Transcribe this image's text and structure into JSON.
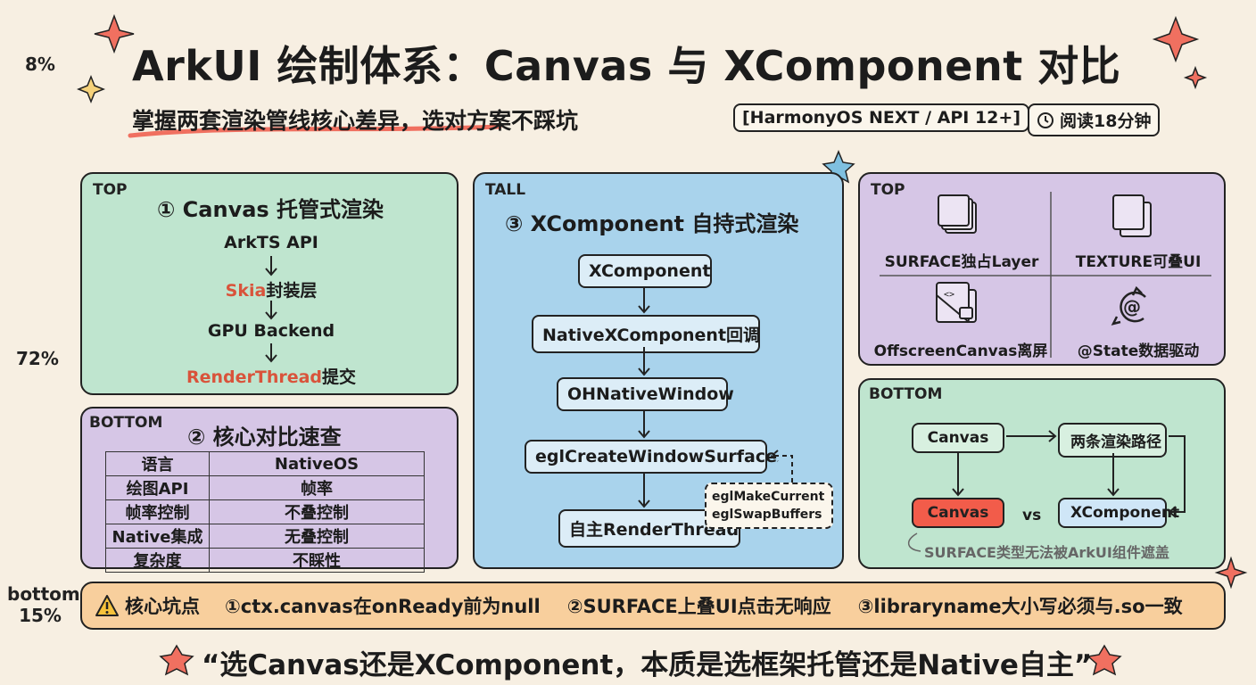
{
  "side_labels": {
    "top": "8%",
    "middle": "72%",
    "bottom_word": "bottom",
    "bottom_pct": "15%"
  },
  "header": {
    "title": "ArkUI 绘制体系：Canvas 与 XComponent 对比",
    "subtitle": "掌握两套渲染管线核心差异，选对方案不踩坑",
    "tag_platform": "[HarmonyOS NEXT / API 12+]",
    "tag_read": "阅读18分钟"
  },
  "panel_canvas": {
    "corner": "TOP",
    "title": "① Canvas 托管式渲染",
    "step1": "ArkTS API",
    "step2_red": "Skia",
    "step2_rest": "封装层",
    "step3": "GPU Backend",
    "step4_red": "RenderThread",
    "step4_rest": "提交"
  },
  "panel_compare": {
    "corner": "BOTTOM",
    "title": "② 核心对比速查",
    "rows": [
      [
        "语言",
        "NativeOS"
      ],
      [
        "绘图API",
        "帧率"
      ],
      [
        "帧率控制",
        "不叠控制"
      ],
      [
        "Native集成",
        "无叠控制"
      ],
      [
        "复杂度",
        "不睬性"
      ]
    ]
  },
  "panel_xcomp": {
    "corner": "TALL",
    "title": "③ XComponent 自持式渲染",
    "n1": "XComponent",
    "n2": "NativeXComponent回调",
    "n3": "OHNativeWindow",
    "n4": "eglCreateWindowSurface",
    "n5": "自主RenderThread",
    "note_line1": "eglMakeCurrent",
    "note_line2": "eglSwapBuffers"
  },
  "panel_types": {
    "corner": "TOP",
    "f1": "SURFACE独占Layer",
    "f2": "TEXTURE可叠UI",
    "f3": "OffscreenCanvas离屏",
    "f4": "@State数据驱动",
    "icon_code": "<>"
  },
  "panel_paths": {
    "corner": "BOTTOM",
    "canvas_top": "Canvas",
    "paths": "两条渲染路径",
    "canvas_red": "Canvas",
    "vs": "vs",
    "xcomponent": "XComponent",
    "note": "SURFACE类型无法被ArkUI组件遮盖"
  },
  "pitfalls": {
    "label": "核心坑点",
    "p1": "①ctx.canvas在onReady前为null",
    "p2": "②SURFACE上叠UI点击无响应",
    "p3": "③libraryname大小写必须与.so一致"
  },
  "quote": "“选Canvas还是XComponent，本质是选框架托管还是Native自主”"
}
